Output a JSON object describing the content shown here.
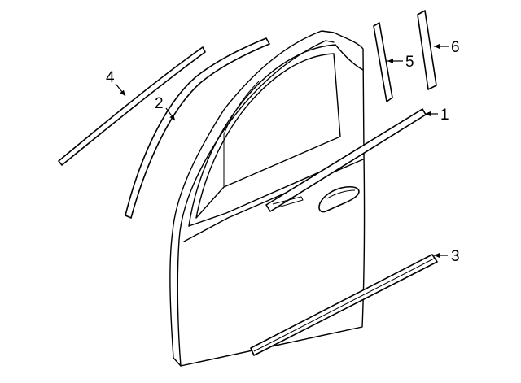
{
  "callouts": [
    {
      "id": "1",
      "label": "1",
      "part": "door-belt-molding"
    },
    {
      "id": "2",
      "label": "2",
      "part": "door-frame-molding-front"
    },
    {
      "id": "3",
      "label": "3",
      "part": "door-lower-molding"
    },
    {
      "id": "4",
      "label": "4",
      "part": "roof-drip-molding"
    },
    {
      "id": "5",
      "label": "5",
      "part": "b-pillar-applique-front"
    },
    {
      "id": "6",
      "label": "6",
      "part": "b-pillar-applique-rear"
    }
  ]
}
